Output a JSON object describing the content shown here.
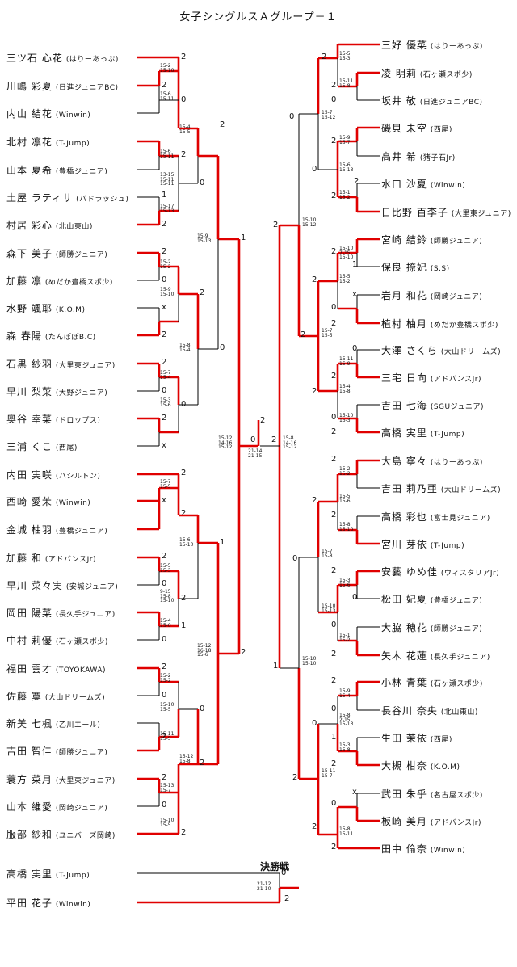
{
  "title": "女子シングルスＡグループ－１",
  "final_title": "決勝戦",
  "left_players": [
    {
      "name": "三ツ石 心花",
      "club": "(はりーあっぷ)"
    },
    {
      "name": "川嶋 彩夏",
      "club": "(日進ジュニアBC)"
    },
    {
      "name": "内山 結花",
      "club": "(Winwin)"
    },
    {
      "name": "北村 凛花",
      "club": "(T-Jump)"
    },
    {
      "name": "山本 夏希",
      "club": "(豊橋ジュニア)"
    },
    {
      "name": "土屋 ラティサ",
      "club": "(バドラッシュ)"
    },
    {
      "name": "村居 彩心",
      "club": "(北山東山)"
    },
    {
      "name": "森下 美子",
      "club": "(師勝ジュニア)"
    },
    {
      "name": "加藤 凛",
      "club": "(めだか豊橋スポ少)"
    },
    {
      "name": "水野 颯耶",
      "club": "(K.O.M)"
    },
    {
      "name": "森 春陽",
      "club": "(たんぽぽB.C)"
    },
    {
      "name": "石黒 紗羽",
      "club": "(大里東ジュニア)"
    },
    {
      "name": "早川 梨菜",
      "club": "(大野ジュニア)"
    },
    {
      "name": "奥谷 幸菜",
      "club": "(ドロップス)"
    },
    {
      "name": "三浦 くこ",
      "club": "(西尾)"
    },
    {
      "name": "内田 実咲",
      "club": "(ハシルトン)"
    },
    {
      "name": "西崎 愛茉",
      "club": "(Winwin)"
    },
    {
      "name": "金城 柚羽",
      "club": "(豊橋ジュニア)"
    },
    {
      "name": "加藤 和",
      "club": "(アドバンスJr)"
    },
    {
      "name": "早川 菜々実",
      "club": "(安城ジュニア)"
    },
    {
      "name": "岡田 陽菜",
      "club": "(長久手ジュニア)"
    },
    {
      "name": "中村 莉優",
      "club": "(石ヶ瀬スポ少)"
    },
    {
      "name": "福田 雲才",
      "club": "(TOYOKAWA)"
    },
    {
      "name": "佐藤 寞",
      "club": "(大山ドリームズ)"
    },
    {
      "name": "新美 七楓",
      "club": "(乙川エール)"
    },
    {
      "name": "吉田 智佳",
      "club": "(師勝ジュニア)"
    },
    {
      "name": "蓑方 菜月",
      "club": "(大里東ジュニア)"
    },
    {
      "name": "山本 維愛",
      "club": "(岡崎ジュニア)"
    },
    {
      "name": "服部 紗和",
      "club": "(ユニバーズ岡崎)"
    }
  ],
  "right_players": [
    {
      "name": "三好 優菜",
      "club": "(はりーあっぷ)"
    },
    {
      "name": "凌 明莉",
      "club": "(石ヶ瀬スポ少)"
    },
    {
      "name": "坂井 敬",
      "club": "(日進ジュニアBC)"
    },
    {
      "name": "磯貝 未空",
      "club": "(西尾)"
    },
    {
      "name": "高井 希",
      "club": "(猪子石Jr)"
    },
    {
      "name": "水口 沙夏",
      "club": "(Winwin)"
    },
    {
      "name": "日比野 百李子",
      "club": "(大里東ジュニア)"
    },
    {
      "name": "宮崎 結鈴",
      "club": "(師勝ジュニア)"
    },
    {
      "name": "保良 捺妃",
      "club": "(S.S)"
    },
    {
      "name": "岩月 和花",
      "club": "(岡崎ジュニア)"
    },
    {
      "name": "植村 柚月",
      "club": "(めだか豊橋スポ少)"
    },
    {
      "name": "大澤 さくら",
      "club": "(大山ドリームズ)"
    },
    {
      "name": "三宅 日向",
      "club": "(アドバンスJr)"
    },
    {
      "name": "吉田 七海",
      "club": "(SGUジュニア)"
    },
    {
      "name": "高橋 実里",
      "club": "(T-Jump)"
    },
    {
      "name": "大島 寧々",
      "club": "(はりーあっぷ)"
    },
    {
      "name": "吉田 莉乃亜",
      "club": "(大山ドリームズ)"
    },
    {
      "name": "高橋 彩也",
      "club": "(富士見ジュニア)"
    },
    {
      "name": "宮川 芽依",
      "club": "(T-Jump)"
    },
    {
      "name": "安藝 ゆめ佳",
      "club": "(ウィスタリアJr)"
    },
    {
      "name": "松田 妃夏",
      "club": "(豊橋ジュニア)"
    },
    {
      "name": "大脇 穂花",
      "club": "(師勝ジュニア)"
    },
    {
      "name": "矢木 花蓮",
      "club": "(長久手ジュニア)"
    },
    {
      "name": "小林 青葉",
      "club": "(石ヶ瀬スポ少)"
    },
    {
      "name": "長谷川 奈央",
      "club": "(北山東山)"
    },
    {
      "name": "生田 茉依",
      "club": "(西尾)"
    },
    {
      "name": "大槻 柑奈",
      "club": "(K.O.M)"
    },
    {
      "name": "武田 朱乎",
      "club": "(名古屋スポ少)"
    },
    {
      "name": "板崎 美月",
      "club": "(アドバンスJr)"
    },
    {
      "name": "田中 倫奈",
      "club": "(Winwin)"
    }
  ],
  "final_players": [
    {
      "name": "高橋 実里",
      "club": "(T-Jump)"
    },
    {
      "name": "平田 花子",
      "club": "(Winwin)"
    }
  ],
  "scores": {
    "l_r1_a": "15-2\n15-10",
    "l_r1_b": "15-6\n15-11",
    "l_r1_c": "15-6\n15-11",
    "l_r1_d": "15-17\n15-13",
    "l_r2_a": "15-4\n15-5",
    "l_r2_b": "13-15\n15-11\n15-11",
    "l_qf_a": "15-9\n15-13",
    "l_r1_e": "15-2\n15-2",
    "l_r1_f": "15-9\n15-10",
    "l_r1_g": "15-7\n15-4",
    "l_r1_h": "15-3\n15-6",
    "l_r2_c": "15-8\n15-4",
    "l_r1_i": "15-7\n15-5",
    "l_r1_j": "15-5\n15-3",
    "l_r1_k": "9-15\n15-8\n15-10",
    "l_r1_l": "15-4\n15-0",
    "l_r2_d": "15-6\n15-10",
    "l_qf_b": "15-12\n16-18\n15-6",
    "l_r1_m": "15-2\n15-2",
    "l_r1_n": "15-10\n15-5",
    "l_r1_o": "15-11\n15-5",
    "l_r1_p": "15-13\n15-7",
    "l_r1_q": "15-10\n15-5",
    "l_r2_e": "15-12\n15-8",
    "l_sf": "15-12\n14-16\n15-12",
    "r_r1_a": "15-5\n15-3",
    "r_r1_b": "15-11\n15-8",
    "r_r2_a": "15-7\n15-12",
    "r_r1_c": "15-9\n15-7",
    "r_r1_d": "15-6\n15-13",
    "r_r1_e": "15-1\n15-2",
    "r_qf_a": "15-10\n15-12",
    "r_r1_f": "15-10\n7-15\n15-10",
    "r_r1_g": "15-5\n15-2",
    "r_r1_h": "15-11\n15-9",
    "r_r1_i": "15-4\n15-8",
    "r_r1_j": "15-10\n15-3",
    "r_r2_b": "15-7\n15-5",
    "r_r1_k": "15-2\n15-2",
    "r_r1_l": "15-5\n15-6",
    "r_r1_m": "15-8\n15-10",
    "r_r2_c": "15-7\n15-8",
    "r_r1_n": "15-3\n15-6",
    "r_r1_o": "15-10\n15-13",
    "r_r1_p": "15-1\n15-2",
    "r_qf_b": "15-10\n15-10",
    "r_r1_q": "15-9\n15-4",
    "r_r1_r": "15-8\n2-15\n15-13",
    "r_r1_s": "15-3\n15-8",
    "r_r2_d": "15-11\n15-7",
    "r_r1_t": "15-8\n15-11",
    "r_sf": "15-8\n14-16\n15-12",
    "center": "21-14\n21-15",
    "final": "21-12\n21-10"
  }
}
